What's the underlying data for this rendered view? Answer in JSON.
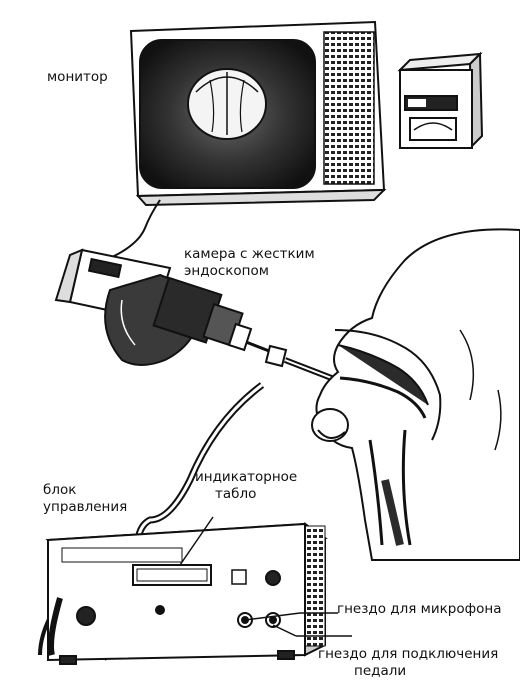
{
  "labels": {
    "monitor": "монитор",
    "camera_line1": "камера с жестким",
    "camera_line2": "эндоскопом",
    "indicator_line1": "индикаторное",
    "indicator_line2": "табло",
    "control_line1": "блок",
    "control_line2": "управления",
    "mic_socket": "гнездо для микрофона",
    "pedal_line1": "гнездо для подключения",
    "pedal_line2": "педали"
  },
  "colors": {
    "ink": "#111111",
    "screen": "#2b2b2b",
    "paper": "#ffffff"
  }
}
